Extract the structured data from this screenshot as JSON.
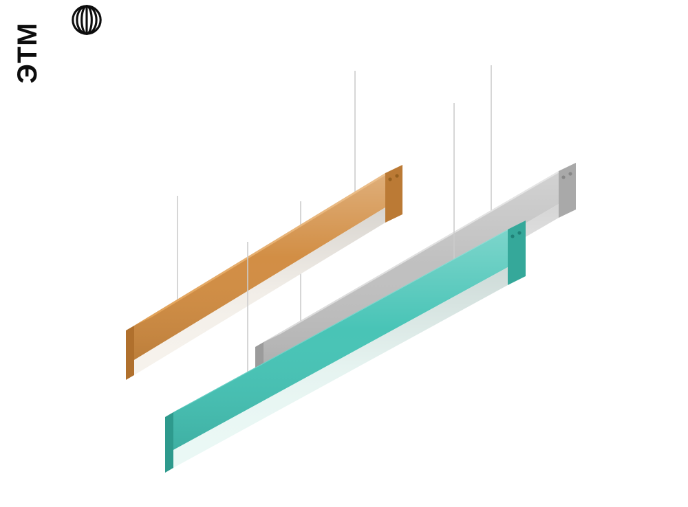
{
  "watermark": {
    "text": "ЭТМ",
    "color": "#0d0d0d",
    "icon": "etm-globe-icon"
  },
  "scene": {
    "background_color": "#ffffff",
    "subject": "Three suspended linear LED pendant luminaires hanging on thin wires",
    "wire_color": "#cccccc",
    "fixtures": [
      {
        "id": "orange",
        "label": "Orange linear pendant luminaire",
        "top_color": "#e2a156",
        "side_color": "#d18c41",
        "end_cap_color": "#bb7a35",
        "left_end_color": "#b0702d",
        "diffuser_color": "#f6f2ec",
        "hole_color": "#96601f",
        "suspension_wires": 2
      },
      {
        "id": "gray",
        "label": "Gray linear pendant luminaire",
        "top_color": "#dadada",
        "side_color": "#bfbfbf",
        "end_cap_color": "#a9a9a9",
        "left_end_color": "#9b9b9b",
        "diffuser_color": "#f2f2f2",
        "hole_color": "#878787",
        "suspension_wires": 2
      },
      {
        "id": "teal",
        "label": "Teal linear pendant luminaire",
        "top_color": "#63cfc4",
        "side_color": "#45c3b5",
        "end_cap_color": "#35a89a",
        "left_end_color": "#2e9a8d",
        "diffuser_color": "#eaf8f5",
        "hole_color": "#1f8177",
        "suspension_wires": 2
      }
    ]
  }
}
